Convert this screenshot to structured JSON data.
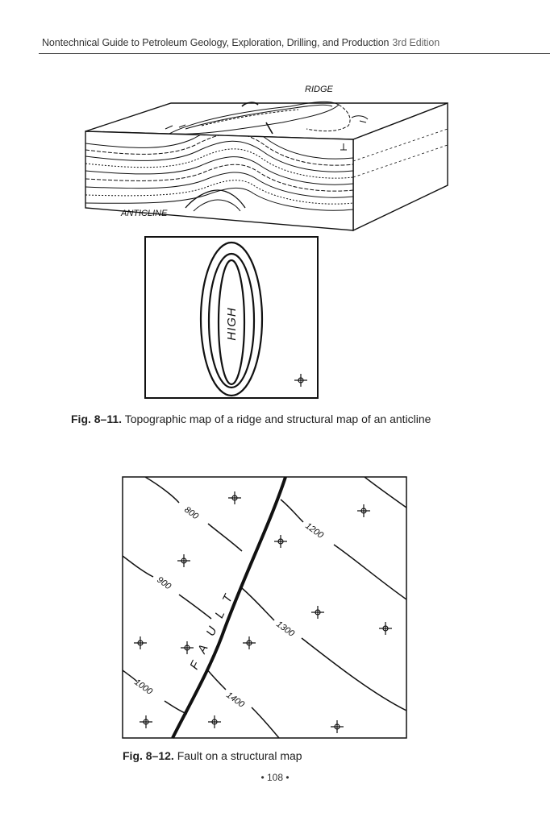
{
  "header": {
    "title": "Nontechnical Guide to Petroleum Geology, Exploration, Drilling, and Production",
    "edition": "3rd Edition"
  },
  "figure_11": {
    "block_labels": {
      "ridge": "RIDGE",
      "anticline": "ANTICLINE"
    },
    "map_label": "HIGH",
    "caption_number": "Fig. 8–11.",
    "caption_text": "Topographic map of a ridge and structural map of an anticline"
  },
  "figure_12": {
    "contour_labels": [
      "800",
      "900",
      "1000",
      "1200",
      "1300",
      "1400"
    ],
    "fault_label": "FAULT",
    "caption_number": "Fig. 8–12.",
    "caption_text": "Fault on a structural map"
  },
  "footer": {
    "page_number": "• 108 •"
  }
}
